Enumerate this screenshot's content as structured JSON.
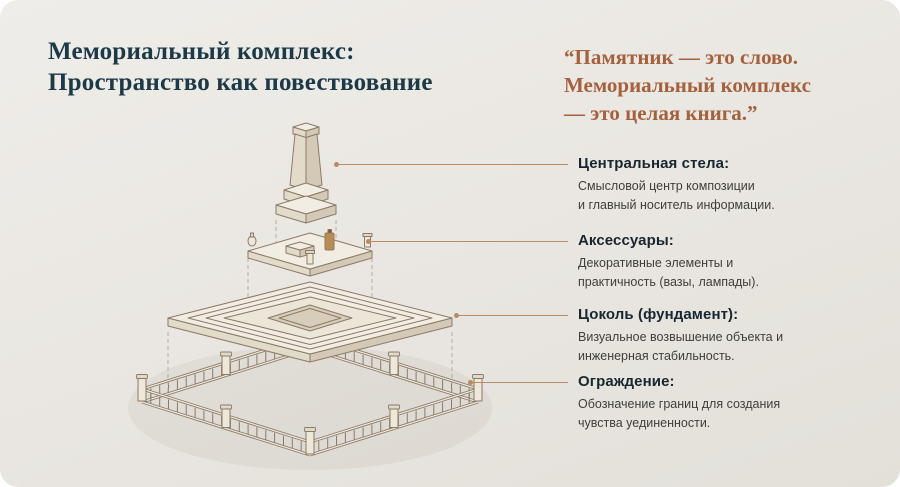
{
  "header": {
    "title": "Мемориальный комплекс:\nПространство как повествование",
    "quote": "“Памятник — это слово.\nМемориальный комплекс\n— это целая книга.”"
  },
  "callouts": [
    {
      "label": "Центральная стела:",
      "desc": "Смысловой центр композиции\nи главный носитель информации."
    },
    {
      "label": "Аксессуары:",
      "desc": "Декоративные элементы и\nпрактичность (вазы, лампады)."
    },
    {
      "label": "Цоколь (фундамент):",
      "desc": "Визуальное возвышение объекта и\nинженерная стабильность."
    },
    {
      "label": "Ограждение:",
      "desc": "Обозначение границ для создания\nчувства уединенности."
    }
  ],
  "diagram": {
    "parts": [
      "central-stela",
      "accessories-platform",
      "plinth-foundation",
      "fence-enclosure"
    ]
  },
  "colors": {
    "background": "#e9e6e1",
    "title": "#1c3947",
    "quote": "#a5613e",
    "accent_line": "#b98a63",
    "diagram_outline": "#8b7a66"
  }
}
